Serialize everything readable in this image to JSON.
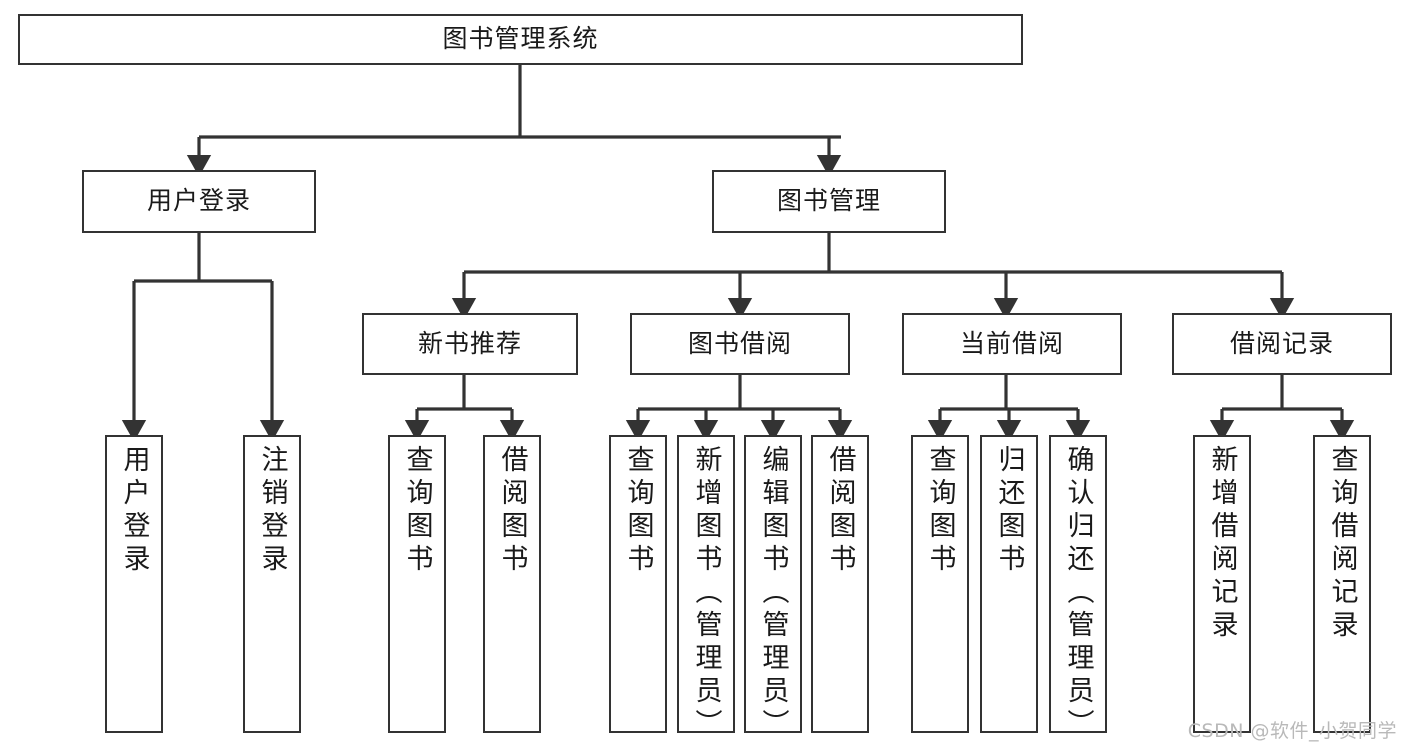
{
  "diagram": {
    "title": "图书管理系统",
    "watermark": "CSDN @软件_小贺同学",
    "line_color": "#333333",
    "box_fill": "#ffffff",
    "text_color": "#1a1a1a",
    "nodes": {
      "root": {
        "label": "图书管理系统"
      },
      "level2": [
        {
          "id": "user-login",
          "label": "用户登录"
        },
        {
          "id": "book-manage",
          "label": "图书管理"
        }
      ],
      "level3": [
        {
          "id": "new-book-recommend",
          "label": "新书推荐"
        },
        {
          "id": "book-borrow",
          "label": "图书借阅"
        },
        {
          "id": "current-borrow",
          "label": "当前借阅"
        },
        {
          "id": "borrow-record",
          "label": "借阅记录"
        }
      ],
      "leaves": {
        "user_login": [
          {
            "id": "leaf-user-login",
            "label": "用户登录"
          },
          {
            "id": "leaf-logout-login",
            "label": "注销登录"
          }
        ],
        "new_book_recommend": [
          {
            "id": "leaf-query-book-1",
            "label": "查询图书"
          },
          {
            "id": "leaf-borrow-book-1",
            "label": "借阅图书"
          }
        ],
        "book_borrow": [
          {
            "id": "leaf-query-book-2",
            "label": "查询图书"
          },
          {
            "id": "leaf-add-book",
            "label": "新增图书（管理员）"
          },
          {
            "id": "leaf-edit-book",
            "label": "编辑图书（管理员）"
          },
          {
            "id": "leaf-borrow-book-2",
            "label": "借阅图书"
          }
        ],
        "current_borrow": [
          {
            "id": "leaf-query-book-3",
            "label": "查询图书"
          },
          {
            "id": "leaf-return-book",
            "label": "归还图书"
          },
          {
            "id": "leaf-confirm-return",
            "label": "确认归还（管理员）"
          }
        ],
        "borrow_record": [
          {
            "id": "leaf-add-record",
            "label": "新增借阅记录"
          },
          {
            "id": "leaf-query-record",
            "label": "查询借阅记录"
          }
        ]
      }
    }
  }
}
